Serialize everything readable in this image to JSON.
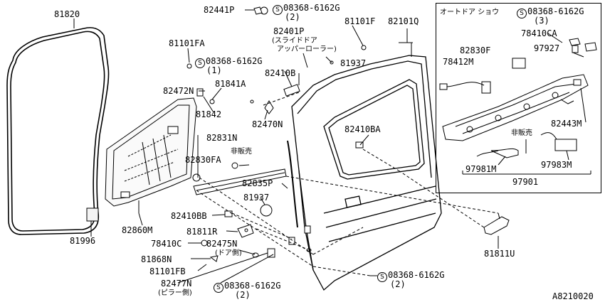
{
  "diagram_code": "A8210020",
  "bolt_symbol": "S",
  "labels": {
    "p81820": "81820",
    "p82441P": "82441P",
    "s08368_top": "08368-6162G",
    "s08368_top_qty": "(2)",
    "p82401P": "82401P",
    "p82401P_desc1": "(スライドドア",
    "p82401P_desc2": "アッパーローラー)",
    "p81101F": "81101F",
    "p82101Q": "82101Q",
    "p81101FA": "81101FA",
    "s08368_mid": "08368-6162G",
    "s08368_mid_qty": "(1)",
    "p82410B": "82410B",
    "p81937_top": "81937",
    "p82472N": "82472N",
    "p81841A": "81841A",
    "p81842": "81842",
    "p82470N": "82470N",
    "p82831N": "82831N",
    "hihanbai_left": "非販売",
    "p82830FA": "82830FA",
    "p82410BA": "82410BA",
    "p82835P": "82835P",
    "p81937_bot": "81937",
    "p81996": "81996",
    "p82860M": "82860M",
    "p82410BB": "82410BB",
    "p81811R": "81811R",
    "p78410C": "78410C",
    "p82475N": "82475N",
    "p82475N_desc": "(ドア側)",
    "p81868N": "81868N",
    "p81101FB": "81101FB",
    "p82477N": "82477N",
    "p82477N_desc": "(ピラー側)",
    "s08368_low1": "08368-6162G",
    "s08368_low1_qty": "(2)",
    "s08368_low2": "08368-6162G",
    "s08368_low2_qty": "(2)",
    "p81811U": "81811U",
    "inset_title": "オートドア ショウ",
    "s08368_inset": "08368-6162G",
    "s08368_inset_qty": "(3)",
    "p78410CA": "78410CA",
    "p82830F": "82830F",
    "p97927": "97927",
    "p78412M": "78412M",
    "hihanbai_inset": "非販売",
    "p82443M": "82443M",
    "p97981M": "97981M",
    "p97983M": "97983M",
    "p97901": "97901"
  }
}
